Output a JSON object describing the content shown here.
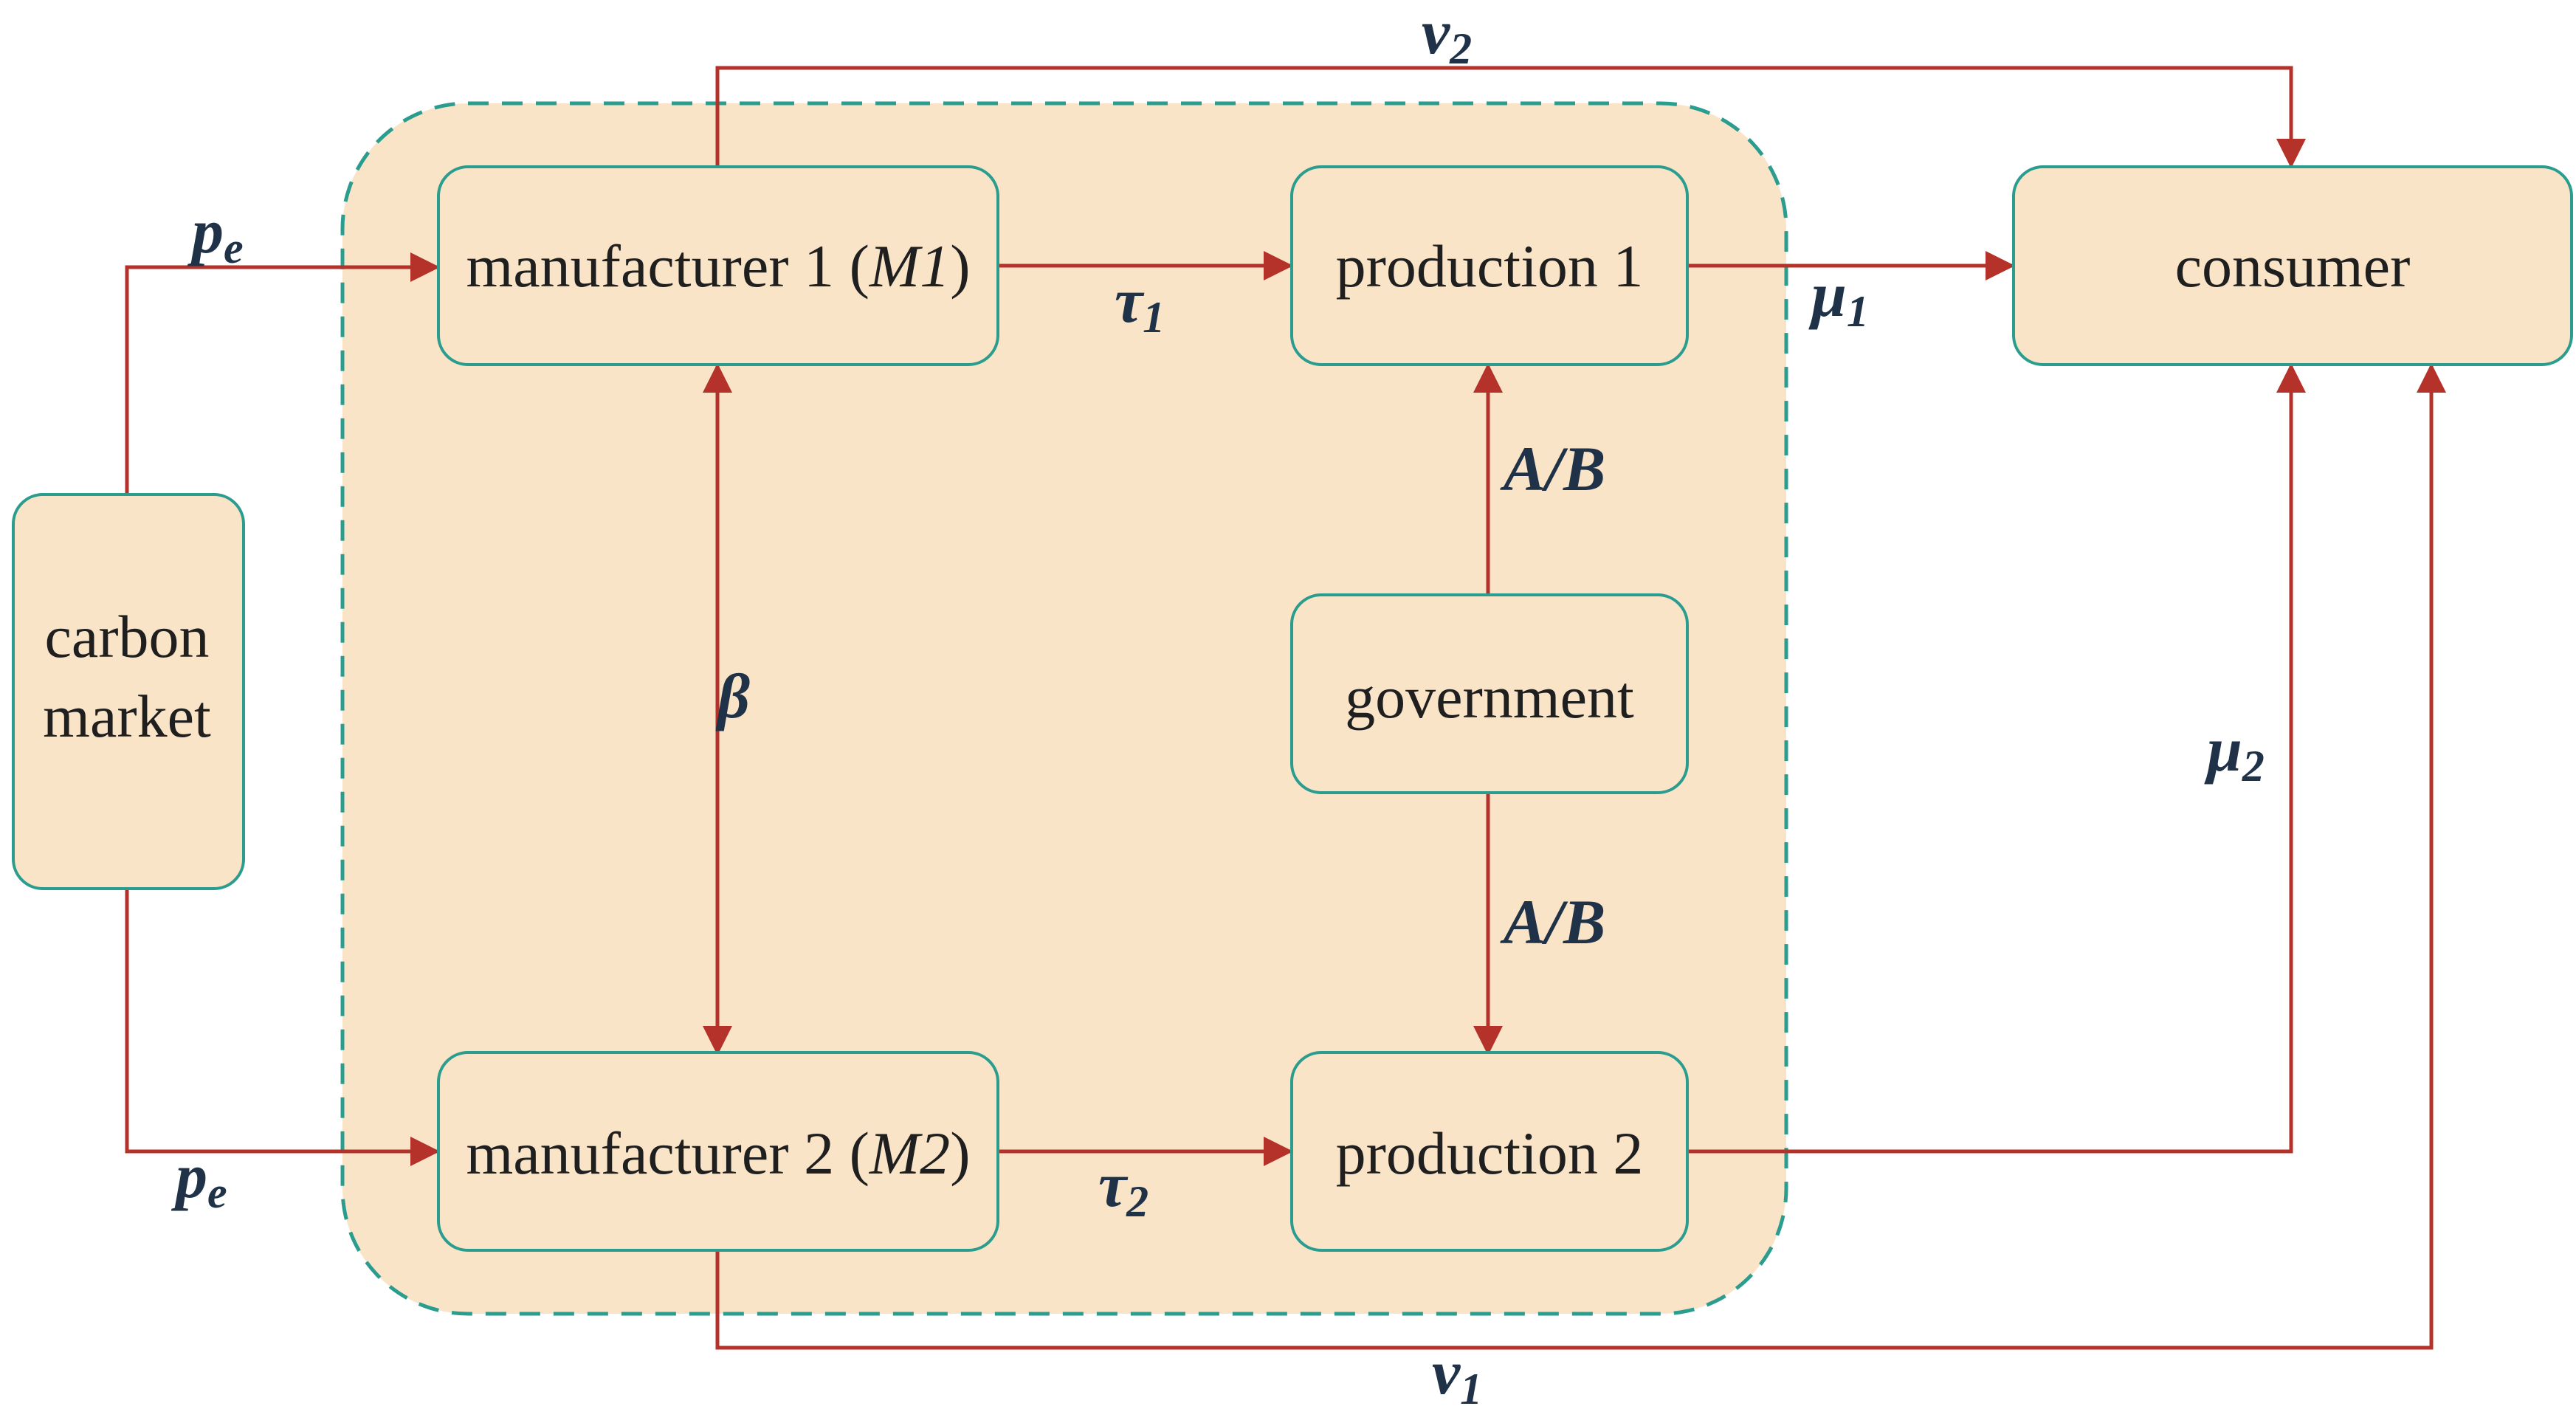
{
  "nodes": {
    "carbon_market": {
      "line1": "carbon",
      "line2": "market"
    },
    "manufacturer1": {
      "prefix": "manufacturer 1 (",
      "abbr": "M1",
      "suffix": ")"
    },
    "manufacturer2": {
      "prefix": "manufacturer 2 (",
      "abbr": "M2",
      "suffix": ")"
    },
    "production1": "production 1",
    "production2": "production 2",
    "government": "government",
    "consumer": "consumer"
  },
  "edges": {
    "pe_top": {
      "sym": "p",
      "sub": "e"
    },
    "pe_bottom": {
      "sym": "p",
      "sub": "e"
    },
    "tau1": {
      "sym": "τ",
      "sub": "1"
    },
    "tau2": {
      "sym": "τ",
      "sub": "2"
    },
    "mu1": {
      "sym": "μ",
      "sub": "1"
    },
    "mu2": {
      "sym": "μ",
      "sub": "2"
    },
    "v1": {
      "sym": "v",
      "sub": "1"
    },
    "v2": {
      "sym": "v",
      "sub": "2"
    },
    "beta": "β",
    "ab_top": "A/B",
    "ab_bottom": "A/B"
  },
  "colors": {
    "box_fill": "#fae4c8",
    "box_stroke": "#2a9d8f",
    "arrow": "#b5322a",
    "label": "#203247"
  }
}
